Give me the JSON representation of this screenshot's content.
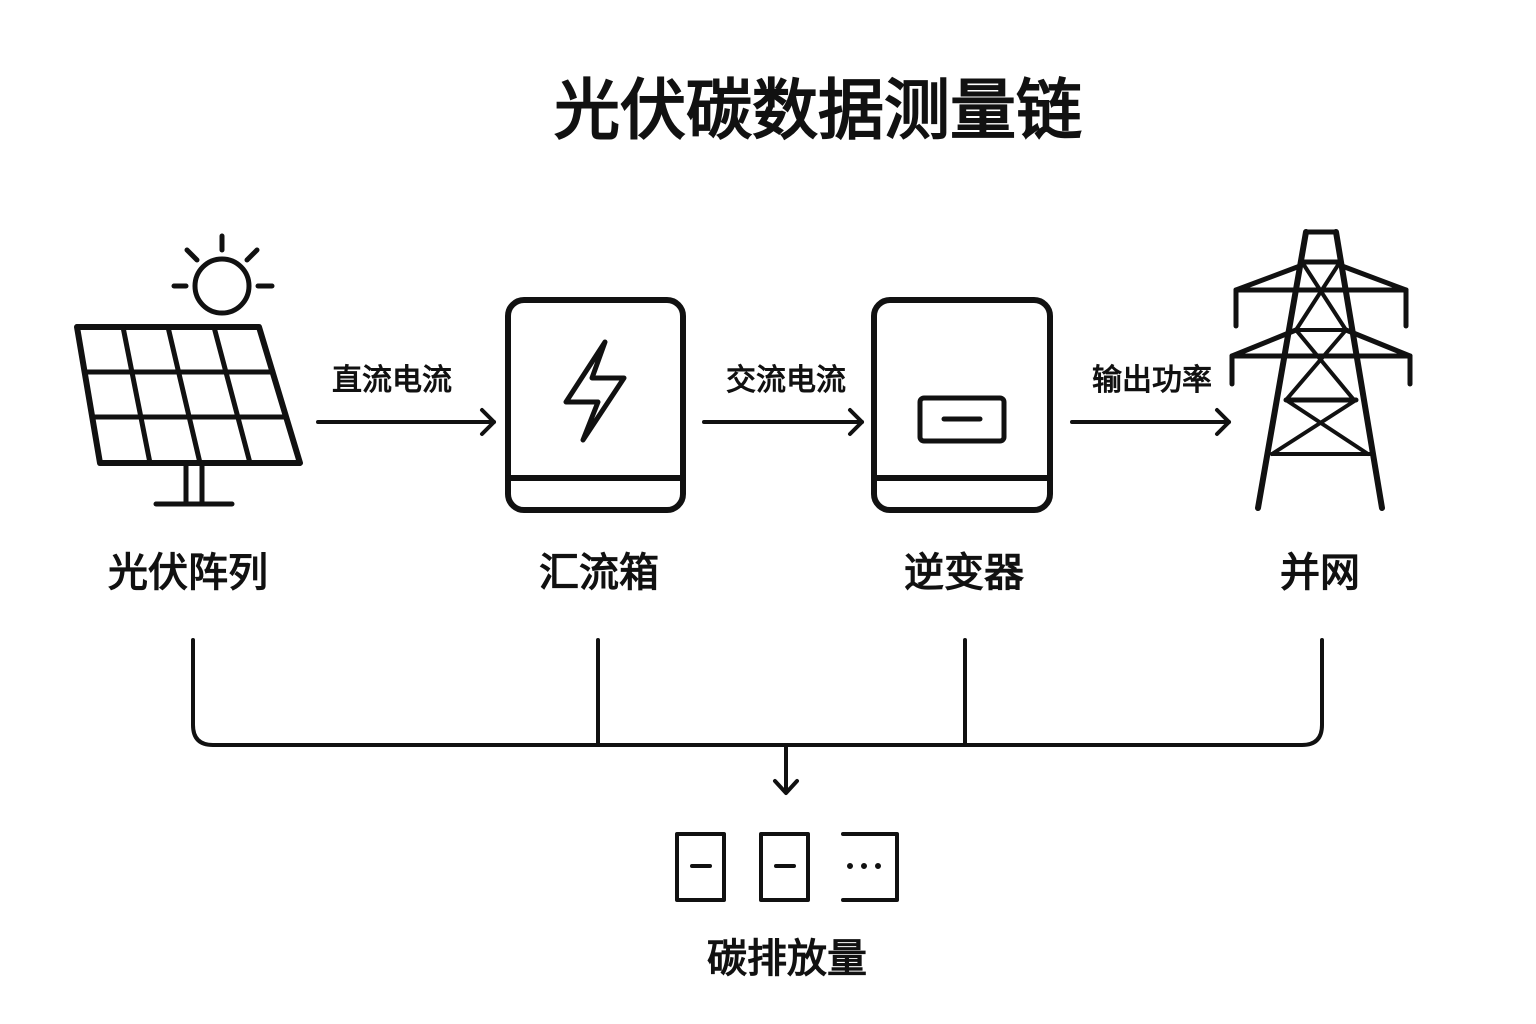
{
  "title": "光伏碳数据测量链",
  "nodes": [
    {
      "id": "pv_array",
      "label": "光伏阵列",
      "icon": "solar-panel-icon"
    },
    {
      "id": "combiner_box",
      "label": "汇流箱",
      "icon": "lightning-bolt-icon"
    },
    {
      "id": "inverter",
      "label": "逆变器",
      "icon": "inverter-icon"
    },
    {
      "id": "grid",
      "label": "并网",
      "icon": "transmission-tower-icon"
    }
  ],
  "edges": [
    {
      "from": "pv_array",
      "to": "combiner_box",
      "label": "直流电流"
    },
    {
      "from": "combiner_box",
      "to": "inverter",
      "label": "交流电流"
    },
    {
      "from": "inverter",
      "to": "grid",
      "label": "输出功率"
    }
  ],
  "output": {
    "label": "碳排放量",
    "icon": "data-records-icon",
    "collects_from": [
      "pv_array",
      "combiner_box",
      "inverter",
      "grid"
    ]
  },
  "colors": {
    "stroke": "#111111",
    "background": "#ffffff"
  }
}
